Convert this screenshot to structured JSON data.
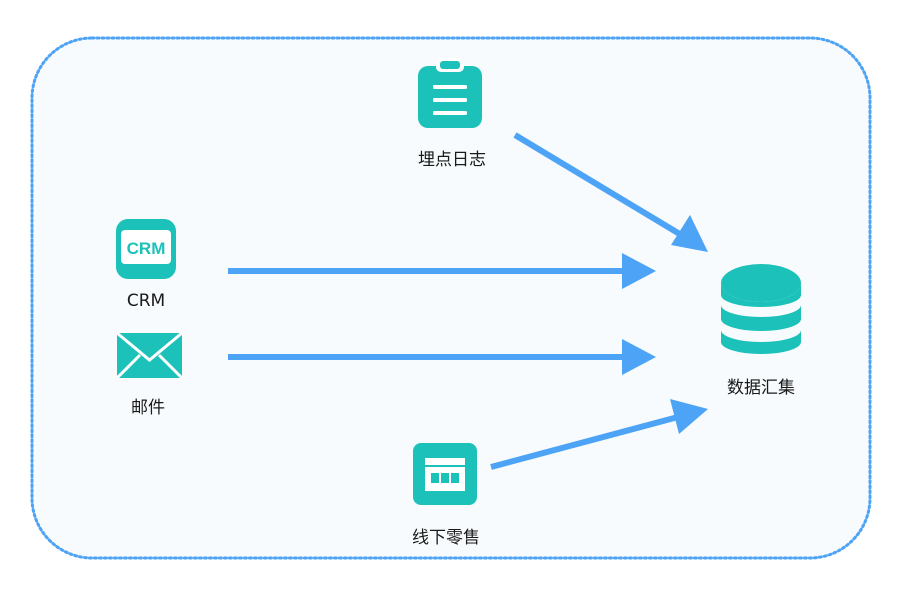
{
  "colors": {
    "accent": "#1CC2BA",
    "arrow": "#4DA3F5",
    "border": "#4DA3F5",
    "panel_bg": "#F7FBFD"
  },
  "nodes": {
    "tracking_log": {
      "label": "埋点日志",
      "icon": "clipboard-icon"
    },
    "crm": {
      "label": "CRM",
      "icon": "crm-icon",
      "icon_text": "CRM"
    },
    "email": {
      "label": "邮件",
      "icon": "envelope-icon"
    },
    "offline_retail": {
      "label": "线下零售",
      "icon": "storefront-icon"
    },
    "aggregation": {
      "label": "数据汇集",
      "icon": "database-icon"
    }
  }
}
